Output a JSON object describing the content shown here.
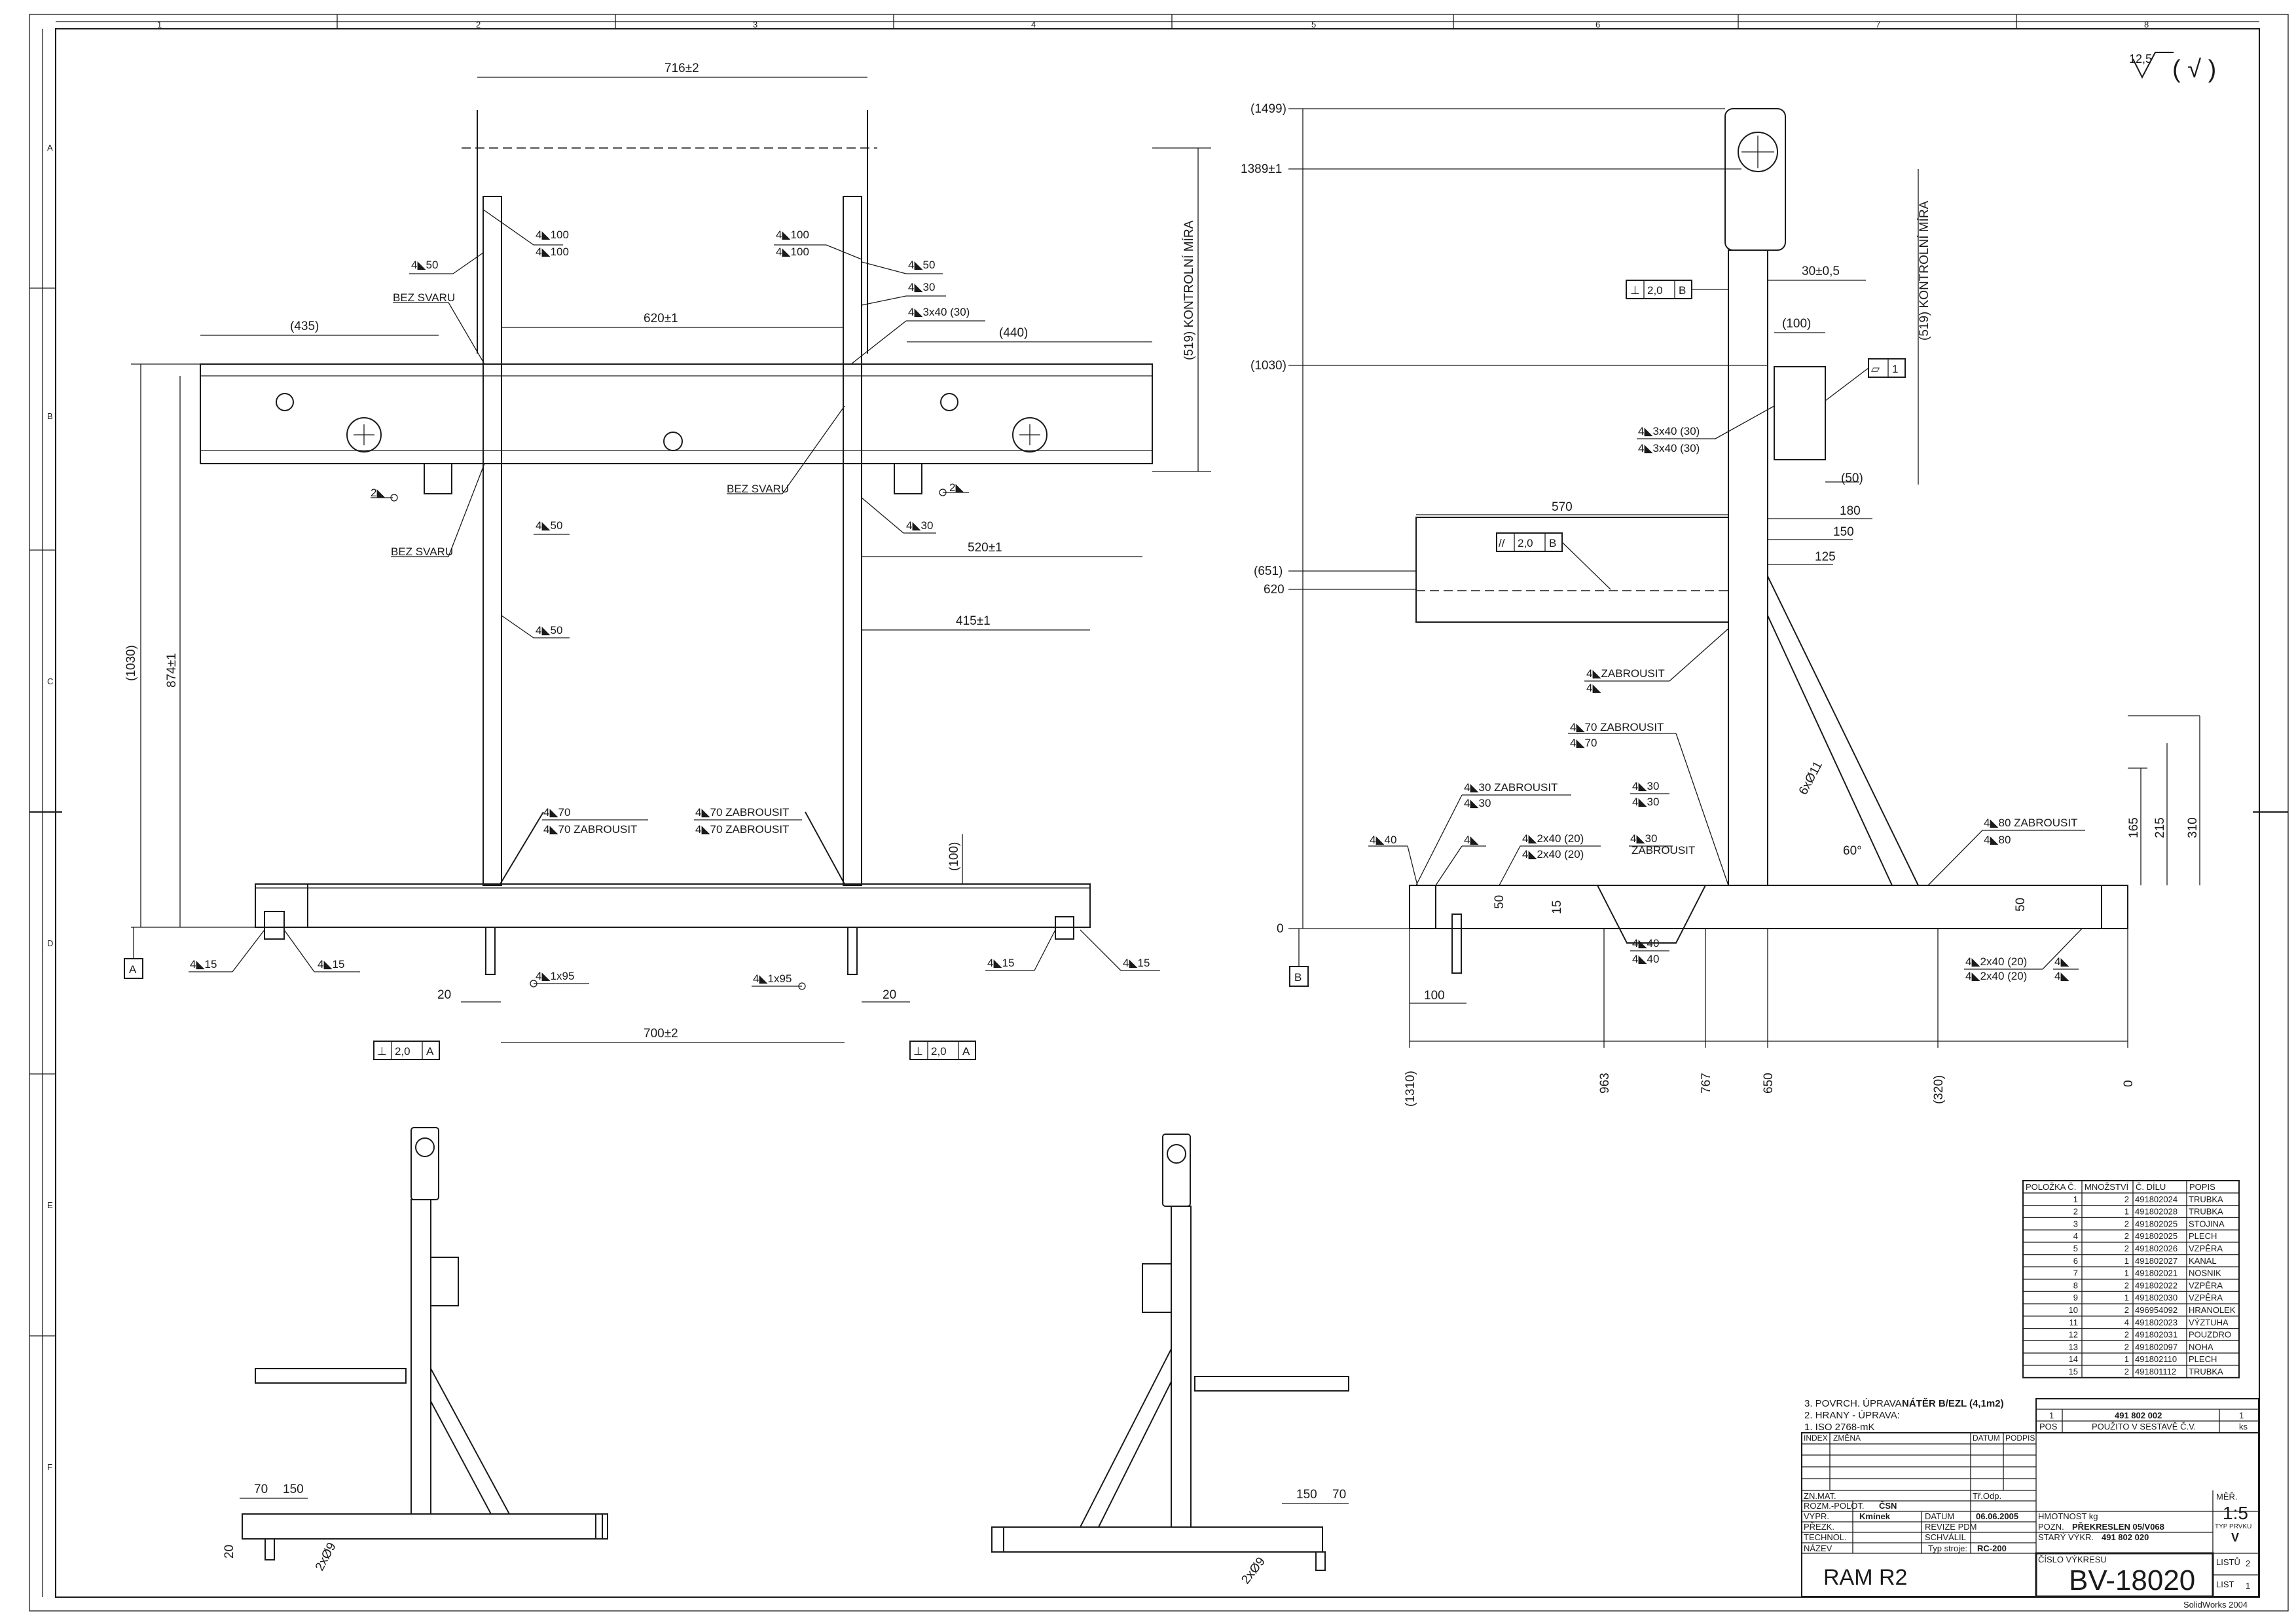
{
  "roughness": {
    "value": "12,5",
    "symbol": "( √ )"
  },
  "grid": {
    "columns": [
      "1",
      "2",
      "3",
      "4",
      "5",
      "6",
      "7",
      "8"
    ],
    "rows": [
      "A",
      "B",
      "C",
      "D",
      "E",
      "F"
    ]
  },
  "front_view": {
    "dims": {
      "top_width": "716±2",
      "inner_width": "620±1",
      "left_ext": "(435)",
      "right_ext": "(440)",
      "height_total": "(1030)",
      "height_874": "874±1",
      "control": "(519)  KONTROLNÍ MÍRA",
      "d520": "520±1",
      "d415": "415±1",
      "d100": "(100)",
      "d20a": "20",
      "d20b": "20",
      "base_700": "700±2"
    },
    "welds": {
      "w1": "4◣100",
      "w1b": "4◣100",
      "w2": "4◣100",
      "w2b": "4◣100",
      "w3": "4◣50",
      "w4": "4◣50",
      "w5": "4◣30",
      "w6": "4◣3x40 (30)",
      "w7": "2◣",
      "w8": "2◣",
      "w9": "4◣50",
      "w10": "4◣50",
      "w11": "4◣30",
      "w12": "4◣70",
      "w12b": "4◣70 ZABROUSIT",
      "w13": "4◣70 ZABROUSIT",
      "w13b": "4◣70 ZABROUSIT",
      "w14": "4◣15",
      "w15": "4◣15",
      "w16": "4◣1x95",
      "w17": "4◣1x95",
      "w18": "4◣15",
      "w19": "4◣15"
    },
    "notes": {
      "bez1": "BEZ SVARU",
      "bez2": "BEZ SVARU",
      "bez3": "BEZ SVARU"
    },
    "datum": "A",
    "tol_left": {
      "sym": "⊥",
      "val": "2,0",
      "ref": "A"
    },
    "tol_right": {
      "sym": "⊥",
      "val": "2,0",
      "ref": "A"
    }
  },
  "side_view": {
    "levels": {
      "l1499": "(1499)",
      "l1389": "1389±1",
      "l1030": "(1030)",
      "l651": "(651)",
      "l620": "620",
      "l0": "0"
    },
    "dims": {
      "d30": "30±0,5",
      "d100": "(100)",
      "d50": "(50)",
      "d570": "570",
      "d180": "180",
      "d150": "150",
      "d125": "125",
      "control": "(519)  KONTROLNÍ MÍRA",
      "holes": "6xØ11",
      "angle": "60°",
      "d165": "165",
      "d215": "215",
      "d310": "310",
      "d100b": "100",
      "d50a": "50",
      "d15": "15",
      "d50b": "50"
    },
    "welds": {
      "w1": "4◣3x40 (30)",
      "w1b": "4◣3x40 (30)",
      "w2": "4◣ZABROUSIT",
      "w2b": "4◣",
      "w3": "4◣70 ZABROUSIT",
      "w3b": "4◣70",
      "w4": "4◣30 ZABROUSIT",
      "w4b": "4◣30",
      "w5": "4◣30",
      "w5b": "4◣30",
      "w6": "4◣40",
      "w7": "4◣",
      "w8": "4◣2x40 (20)",
      "w8b": "4◣2x40 (20)",
      "w9": "4◣30",
      "w9b": "ZABROUSIT",
      "w10": "4◣40",
      "w10b": "4◣40",
      "w11": "4◣80 ZABROUSIT",
      "w11b": "4◣80",
      "w12": "4◣2x40 (20)",
      "w12b": "4◣2x40 (20)",
      "w13": "4◣",
      "w13b": "4◣"
    },
    "tol_perp": {
      "sym": "⊥",
      "val": "2,0",
      "ref": "B"
    },
    "tol_par": {
      "sym": "//",
      "val": "2,0",
      "ref": "B"
    },
    "tol_flat": {
      "sym": "▱",
      "val": "1"
    },
    "datum": "B",
    "baseline": [
      "(1310)",
      "963",
      "767",
      "650",
      "(320)",
      "0"
    ]
  },
  "iso_left": {
    "d70": "70",
    "d150": "150",
    "d20": "20",
    "holes": "2xØ9"
  },
  "iso_right": {
    "d150": "150",
    "d70": "70",
    "holes": "2xØ9"
  },
  "bom": {
    "headers": [
      "POLOŽKA Č.",
      "MNOŽSTVÍ",
      "Č. DÍLU",
      "POPIS"
    ],
    "rows": [
      [
        "1",
        "2",
        "491802024",
        "TRUBKA"
      ],
      [
        "2",
        "1",
        "491802028",
        "TRUBKA"
      ],
      [
        "3",
        "2",
        "491802025",
        "STOJINA"
      ],
      [
        "4",
        "2",
        "491802025",
        "PLECH"
      ],
      [
        "5",
        "2",
        "491802026",
        "VZPĚRA"
      ],
      [
        "6",
        "1",
        "491802027",
        "KANAL"
      ],
      [
        "7",
        "1",
        "491802021",
        "NOSNIK"
      ],
      [
        "8",
        "2",
        "491802022",
        "VZPĚRA"
      ],
      [
        "9",
        "1",
        "491802030",
        "VZPĚRA"
      ],
      [
        "10",
        "2",
        "496954092",
        "HRANOLEK"
      ],
      [
        "11",
        "4",
        "491802023",
        "VÝZTUHA"
      ],
      [
        "12",
        "2",
        "491802031",
        "POUZDRO"
      ],
      [
        "13",
        "2",
        "491802097",
        "NOHA"
      ],
      [
        "14",
        "1",
        "491802110",
        "PLECH"
      ],
      [
        "15",
        "2",
        "491801112",
        "TRUBKA"
      ]
    ]
  },
  "notes": {
    "n3": "3. POVRCH. ÚPRAVA:",
    "n3v": "NÁTĚR B/EZL  (4,1m2)",
    "n2": "2. HRANY - ÚPRAVA:",
    "n1": "1. ISO 2768-mK"
  },
  "title_block": {
    "pos_row": [
      "1",
      "491 802 002",
      "1"
    ],
    "pos_hdr": [
      "POS",
      "POUŽITO V SESTAVĚ Č.V.",
      "ks"
    ],
    "rev_hdr": [
      "INDEX",
      "ZMĚNA",
      "DATUM",
      "PODPIS"
    ],
    "zn_mat": "ZN.MAT.",
    "tr_odp": "Tř.Odp.",
    "rozm": "ROZM.-POLOT.",
    "csn": "ČSN",
    "vypr": "VYPR.",
    "vypr_name": "Kmínek",
    "datum_lbl": "DATUM",
    "datum": "06.06.2005",
    "prezk": "PŘEZK.",
    "revize": "REVIZE PDM",
    "technol": "TECHNOL.",
    "schvalil": "SCHVÁLIL",
    "hmotnost": "HMOTNOST  kg",
    "pozn": "POZN.",
    "pozn_v": "PŘEKRESLEN  05/V068",
    "stary": "STARÝ VÝKR.",
    "stary_v": "491 802 020",
    "mer_lbl": "MĚŘ.",
    "mer": "1:5",
    "typ_lbl": "TYP PRVKU",
    "typ": "V",
    "nazev_lbl": "NÁZEV",
    "typ_stroje_lbl": "Typ stroje:",
    "typ_stroje": "RC-200",
    "nazev": "RAM R2",
    "cislo_lbl": "ČÍSLO VÝKRESU",
    "cislo": "BV-18020",
    "listu_lbl": "LISTŮ",
    "listu": "2",
    "list_lbl": "LIST",
    "list": "1",
    "software": "SolidWorks 2004"
  }
}
